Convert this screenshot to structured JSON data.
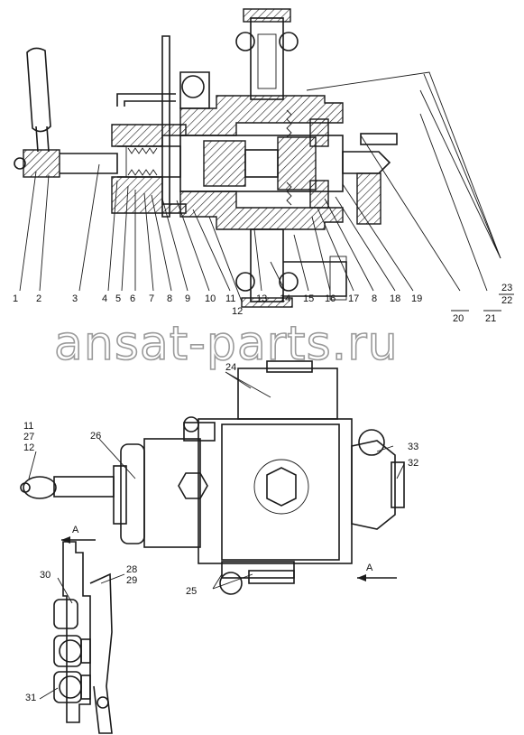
{
  "corner_mark": "",
  "watermark": "ansat-parts.ru",
  "view_marker": "A",
  "callouts_section": [
    "1",
    "2",
    "3",
    "4",
    "5",
    "6",
    "7",
    "8",
    "9",
    "10",
    "11",
    "12",
    "13",
    "14",
    "15",
    "16",
    "17",
    "8",
    "18",
    "19",
    "20",
    "21",
    "23",
    "22"
  ],
  "callouts_view": [
    "11",
    "27",
    "12",
    "24",
    "26",
    "33",
    "32",
    "25",
    "30",
    "28",
    "29",
    "31"
  ]
}
